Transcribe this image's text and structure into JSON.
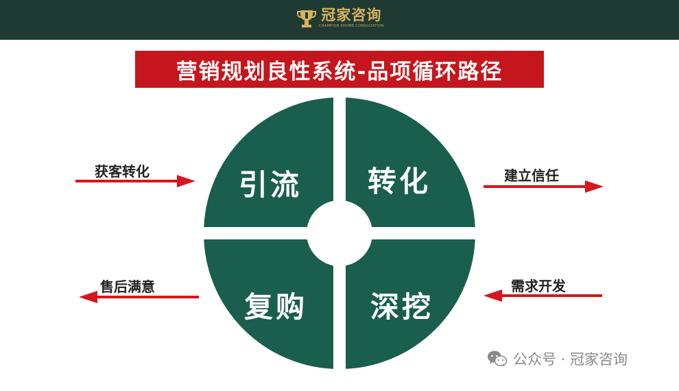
{
  "header": {
    "brand_name": "冠家咨询",
    "brand_subtitle": "CHAMPION SHOME CONSULTATION",
    "icon": "trophy-logo-icon"
  },
  "title": "营销规划良性系统-品项循环路径",
  "quadrants": {
    "top_left": "引流",
    "top_right": "转化",
    "bottom_left": "复购",
    "bottom_right": "深挖"
  },
  "arrows": {
    "left_top": "获客转化",
    "right_top": "建立信任",
    "left_bottom": "售后满意",
    "right_bottom": "需求开发"
  },
  "watermark": {
    "text": "公众号 · 冠家咨询",
    "icon": "wechat-icon"
  },
  "colors": {
    "header_bg": "#1f3a33",
    "brand_gold": "#d9b25c",
    "title_bg": "#c4161c",
    "circle": "#1a5e4d",
    "arrow": "#d8151d"
  }
}
